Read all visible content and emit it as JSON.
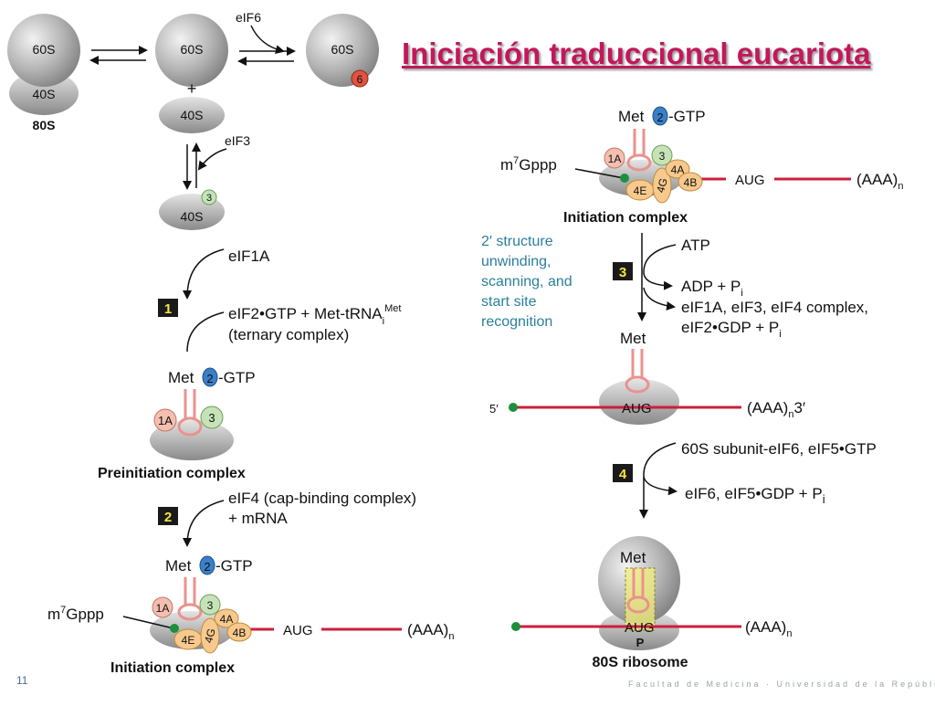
{
  "title": "Iniciación traduccional eucariota",
  "slide_number": "11",
  "footer": "Facultad de Medicina · Universidad de la República",
  "colors": {
    "subunit_gray": "#a6a6a6",
    "eIF2_blue": "#3a7fc8",
    "eIF6_red": "#e2523f",
    "eIF3_green": "#c6e3b8",
    "eIF1A_pink": "#f4bfb0",
    "eIF4_orange": "#f7c98d",
    "trna_pink": "#f1a8a4",
    "mrna_red": "#cc1f3d",
    "cap_green": "#1e8f3c",
    "step_box": "#1a1a1a",
    "step_text": "#f5e642",
    "teal_text": "#2b7f9c",
    "title_magenta": "#c2185b"
  },
  "top_row": {
    "r80s": {
      "large": "60S",
      "small": "40S",
      "label": "80S"
    },
    "free60s": {
      "large": "60S"
    },
    "plus": "+",
    "free40s": {
      "small": "40S"
    },
    "eif6_label": "eIF6",
    "bound60s": {
      "large": "60S",
      "factor": "6"
    },
    "eif3_label": "eIF3",
    "s40_eif3": {
      "small": "40S",
      "factor": "3"
    }
  },
  "step1": {
    "number": "1",
    "factor_in": "eIF1A",
    "ternary_line1_a": "eIF2•GTP + Met-tRNA",
    "ternary_sub": "i",
    "ternary_sup": "Met",
    "ternary_line2": "(ternary complex)"
  },
  "preinitiation": {
    "met": "Met",
    "eif2": "2",
    "gtp": "-GTP",
    "f1a": "1A",
    "f3": "3",
    "label": "Preinitiation complex"
  },
  "step2": {
    "number": "2",
    "line1": "eIF4 (cap-binding complex)",
    "line2": "+ mRNA"
  },
  "initiation_left": {
    "met": "Met",
    "eif2": "2",
    "gtp": "-GTP",
    "cap": "m",
    "cap_sup": "7",
    "cap_rest": "Gppp",
    "f1a": "1A",
    "f3": "3",
    "f4a": "4A",
    "f4b": "4B",
    "f4e": "4E",
    "f4g": "4G",
    "aug": "AUG",
    "polya": "(AAA)",
    "polya_sub": "n",
    "label": "Initiation complex"
  },
  "initiation_right": {
    "met": "Met",
    "eif2": "2",
    "gtp": "-GTP",
    "cap": "m",
    "cap_sup": "7",
    "cap_rest": "Gppp",
    "f1a": "1A",
    "f3": "3",
    "f4a": "4A",
    "f4b": "4B",
    "f4e": "4E",
    "f4g": "4G",
    "aug": "AUG",
    "polya": "(AAA)",
    "polya_sub": "n",
    "label": "Initiation complex"
  },
  "step3": {
    "number": "3",
    "desc": [
      "2′ structure",
      "unwinding,",
      "scanning, and",
      "start site",
      "recognition"
    ],
    "atp": "ATP",
    "adp": "ADP + P",
    "adp_sub": "i",
    "release1": "eIF1A, eIF3, eIF4 complex,",
    "release2": "eIF2•GDP + P",
    "release2_sub": "i"
  },
  "scanned": {
    "met": "Met",
    "five": "5′",
    "aug": "AUG",
    "polya": "(AAA)",
    "polya_sub": "n",
    "three": "3′"
  },
  "step4": {
    "number": "4",
    "in": "60S subunit-eIF6, eIF5•GTP",
    "out": "eIF6, eIF5•GDP + P",
    "out_sub": "i"
  },
  "ribosome80s": {
    "met": "Met",
    "aug": "AUG",
    "p": "P",
    "polya": "(AAA)",
    "polya_sub": "n",
    "label": "80S ribosome"
  }
}
